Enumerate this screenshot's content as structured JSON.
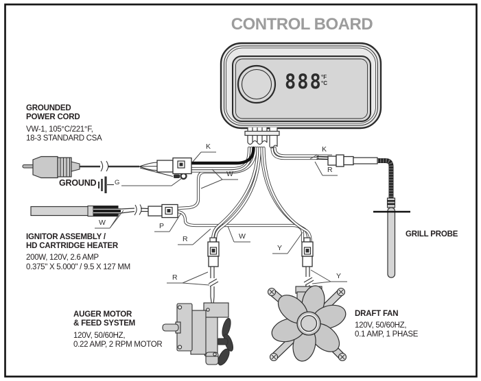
{
  "title": "CONTROL BOARD",
  "display": {
    "digits": "888",
    "unit_top": "°F",
    "unit_bottom": "°C"
  },
  "labels": {
    "power_cord": {
      "heading1": "GROUNDED",
      "heading2": "POWER CORD",
      "spec1": "VW-1, 105°C/221°F,",
      "spec2": "18-3 STANDARD CSA"
    },
    "ground": {
      "label": "GROUND"
    },
    "ignitor": {
      "heading1": "IGNITOR ASSEMBLY /",
      "heading2": "HD CARTRIDGE HEATER",
      "spec1": "200W, 120V, 2.6 AMP",
      "spec2": "0.375\" X 5.000\" /  9.5 X 127 MM"
    },
    "auger": {
      "heading1": "AUGER MOTOR",
      "heading2": "& FEED SYSTEM",
      "spec1": "120V, 50/60HZ,",
      "spec2": "0.22 AMP, 2 RPM MOTOR"
    },
    "fan": {
      "heading": "DRAFT FAN",
      "spec1": "120V, 50/60HZ,",
      "spec2": "0.1 AMP, 1 PHASE"
    },
    "probe": {
      "heading": "GRILL PROBE"
    }
  },
  "tags": {
    "k_left": "K",
    "w_left": "W",
    "g": "G",
    "k_right": "K",
    "r_right": "R",
    "w_ignitor": "W",
    "p": "P",
    "r_mid": "R",
    "w_mid": "W",
    "y_mid": "Y",
    "r_low": "R",
    "y_low": "Y"
  },
  "colors": {
    "title_gray": "#9c9c9c",
    "line": "#2f2f2f",
    "device_gray": "#cfcfcf",
    "screen_gray": "#d6d6d6",
    "text_black": "#231f20"
  }
}
